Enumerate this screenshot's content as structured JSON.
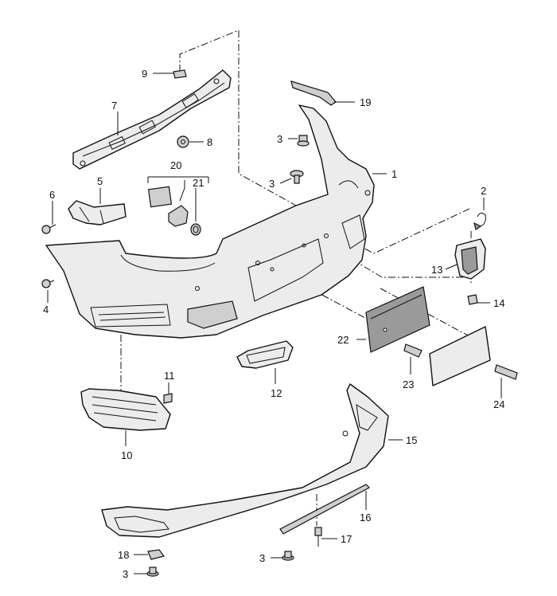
{
  "diagram": {
    "callouts": [
      {
        "id": "c1",
        "text": "1"
      },
      {
        "id": "c2",
        "text": "2"
      },
      {
        "id": "c3a",
        "text": "3"
      },
      {
        "id": "c3b",
        "text": "3"
      },
      {
        "id": "c3c",
        "text": "3"
      },
      {
        "id": "c3d",
        "text": "3"
      },
      {
        "id": "c4",
        "text": "4"
      },
      {
        "id": "c5",
        "text": "5"
      },
      {
        "id": "c6",
        "text": "6"
      },
      {
        "id": "c7",
        "text": "7"
      },
      {
        "id": "c8",
        "text": "8"
      },
      {
        "id": "c9",
        "text": "9"
      },
      {
        "id": "c10",
        "text": "10"
      },
      {
        "id": "c11",
        "text": "11"
      },
      {
        "id": "c12",
        "text": "12"
      },
      {
        "id": "c13",
        "text": "13"
      },
      {
        "id": "c14",
        "text": "14"
      },
      {
        "id": "c15",
        "text": "15"
      },
      {
        "id": "c16",
        "text": "16"
      },
      {
        "id": "c17",
        "text": "17"
      },
      {
        "id": "c18",
        "text": "18"
      },
      {
        "id": "c19",
        "text": "19"
      },
      {
        "id": "c20",
        "text": "20"
      },
      {
        "id": "c21",
        "text": "21"
      },
      {
        "id": "c22",
        "text": "22"
      },
      {
        "id": "c23",
        "text": "23"
      },
      {
        "id": "c24",
        "text": "24"
      }
    ]
  }
}
